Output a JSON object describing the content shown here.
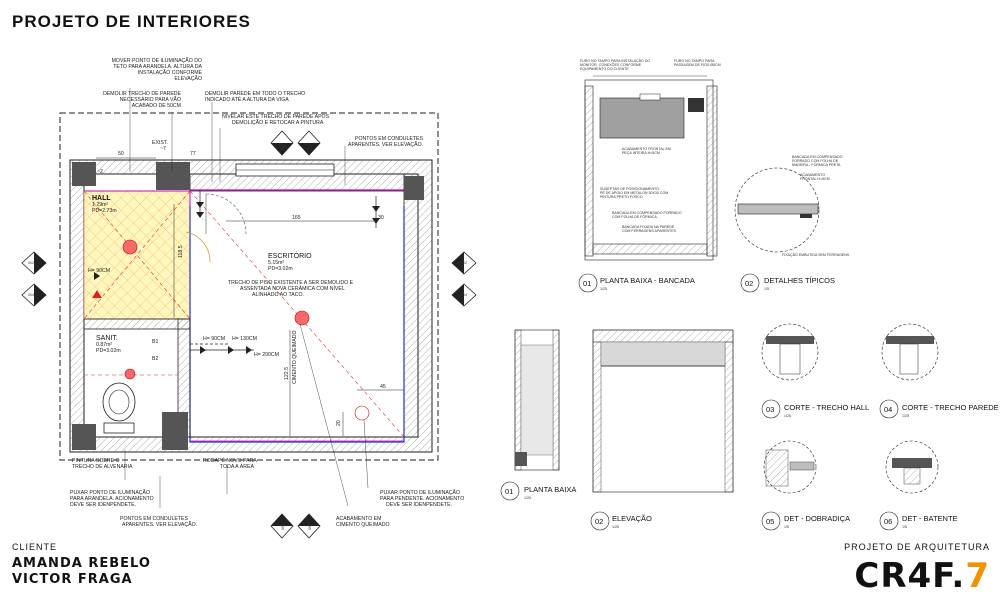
{
  "header": {
    "title": "PROJETO DE INTERIORES"
  },
  "client": {
    "label": "CLIENTE",
    "names": [
      "AMANDA REBELO",
      "VICTOR FRAGA"
    ]
  },
  "firm": {
    "label": "PROJETO DE ARQUITETURA",
    "logo_main": "CR4F.",
    "logo_accent": "7",
    "accent_color": "#f29200"
  },
  "plan": {
    "rooms": [
      {
        "name": "HALL",
        "area": "1.29m²",
        "pd": "PD=2.73m"
      },
      {
        "name": "ESCRITÓRIO",
        "area": "5.15m²",
        "pd": "PD=3.02m"
      },
      {
        "name": "SANIT.",
        "area": "0.87m²",
        "pd": "PD=3.02m"
      }
    ],
    "notes": {
      "n1": [
        "MOVER PONTO DE ILUMINAÇÃO DO",
        "TETO PARA ARANDELA. ALTURA DA",
        "INSTALAÇÃO CONFORME",
        "ELEVAÇÃO"
      ],
      "n2": [
        "DEMOLIR TRECHO DE PAREDE",
        "NECESSÁRIO PARA VÃO",
        "ACABADO DE 50CM"
      ],
      "n3": [
        "DEMOLIR PAREDE EM TODO O TRECHO",
        "INDICADO ATÉ A ALTURA DA VIGA"
      ],
      "n4": [
        "NIVELAR ESTE TRECHO DE PAREDE APÓS",
        "DEMOLIÇÃO E RETOCAR A PINTURA"
      ],
      "n5": [
        "PONTOS EM CONDULETES",
        "APARENTES. VER ELEVAÇÃO."
      ],
      "n6": [
        "TRECHO DE PISO EXISTENTE A SER DEMOLIDO E",
        "ASSENTADA NOVA CERÂMICA COM NÍVEL",
        "ALINHADO AO TACO."
      ],
      "n7": [
        "PINTURA SOBRE O",
        "TRECHO DE ALVENARIA"
      ],
      "n8": [
        "RODAPÉ NOVO PARA",
        "TODA A ÁREA"
      ],
      "n9": [
        "PUXAR PONTO DE ILUMINAÇÃO",
        "PARA ARANDELA. ACIONAMENTO",
        "DEVE SER IDENPENDETE."
      ],
      "n10": [
        "PONTOS EM CONDULETES",
        "APARENTES. VER ELEVAÇÃO."
      ],
      "n11": [
        "ACABAMENTO EM",
        "CIMENTO QUEIMADO"
      ],
      "n12": [
        "PUXAR PONTO DE ILUMINAÇÃO",
        "PARA PENDENTE. ACIONAMENTO",
        "DEVE SER IDENPENDETE."
      ]
    },
    "dims": {
      "d50": "50",
      "exist": "EXIST.",
      "d7": "~7",
      "d77": "77",
      "d165": "165",
      "d30": "30",
      "d1185": "118.5",
      "d1225": "122.5",
      "d45": "45",
      "d20": "20",
      "d2": "~2"
    },
    "heights": {
      "h90a": "H= 90CM",
      "h90b": "H= 90CM",
      "h130": "H= 130CM",
      "h200": "H= 200CM"
    },
    "floor_label": "CIMENTO QUEIMADO",
    "markers": {
      "m002": "002",
      "m003": "003",
      "m004": "004",
      "m005": "005"
    },
    "tags": {
      "b1": "B1",
      "b2": "B2"
    }
  },
  "details": {
    "d01": {
      "num": "01",
      "title": "PLANTA BAIXA - BANCADA",
      "scale": "1/25"
    },
    "d02": {
      "num": "02",
      "title": "DETALHES TÍPICOS",
      "scale": "1/5"
    },
    "e01": {
      "num": "01",
      "title": "PLANTA BAIXA",
      "scale": "1/25"
    },
    "e02": {
      "num": "02",
      "title": "ELEVAÇÃO",
      "scale": "1/25"
    },
    "d03": {
      "num": "03",
      "title": "CORTE - TRECHO HALL",
      "scale": "1/25"
    },
    "d04": {
      "num": "04",
      "title": "CORTE - TRECHO PAREDE",
      "scale": "1/25"
    },
    "d05": {
      "num": "05",
      "title": "DET - DOBRADIÇA",
      "scale": "1/5"
    },
    "d06": {
      "num": "06",
      "title": "DET - BATENTE",
      "scale": "1/5"
    },
    "bench_notes": [
      "FURO NO TAMPO PARA INSTALAÇÃO DO",
      "MONITOR. CONEXÕES CONFORME",
      "EQUIPAMENTO DO CLIENTE"
    ],
    "bench_note_r": [
      "FURO NO TAMPO PARA",
      "PASSAGEM DE FIOS Ø5CM"
    ],
    "bench_note_c": [
      "ACABAMENTO FRONTAL EM",
      "PEÇA INTEIRA H=5CM"
    ],
    "bench_note_b": [
      "SUSEPTAR DE POSICIONAMENTO",
      "PÉ DE APOIO EM METALON 30X30 COM",
      "PINTURA PRETO FOSCO"
    ],
    "bench_note_b2": [
      "BANCADA EM COMPENSADO FORRADO",
      "COM FOLHA DE FÓRMICA"
    ],
    "bench_note_b3": [
      "BANCADA FIXADA NA PAREDE",
      "COM FERRAGENS APARENTES"
    ],
    "typ_note": [
      "BANCADA EM COMPENSADO",
      "FORRADO COM FOLHA DE",
      "MADEIRA - FÓRMICA PRETA"
    ],
    "typ_note2": [
      "ACABAMENTO",
      "FRONTAL H=5CM"
    ],
    "typ_note3": [
      "FIXAÇÃO EMBUTIDA SEM FERRAGENS"
    ]
  }
}
